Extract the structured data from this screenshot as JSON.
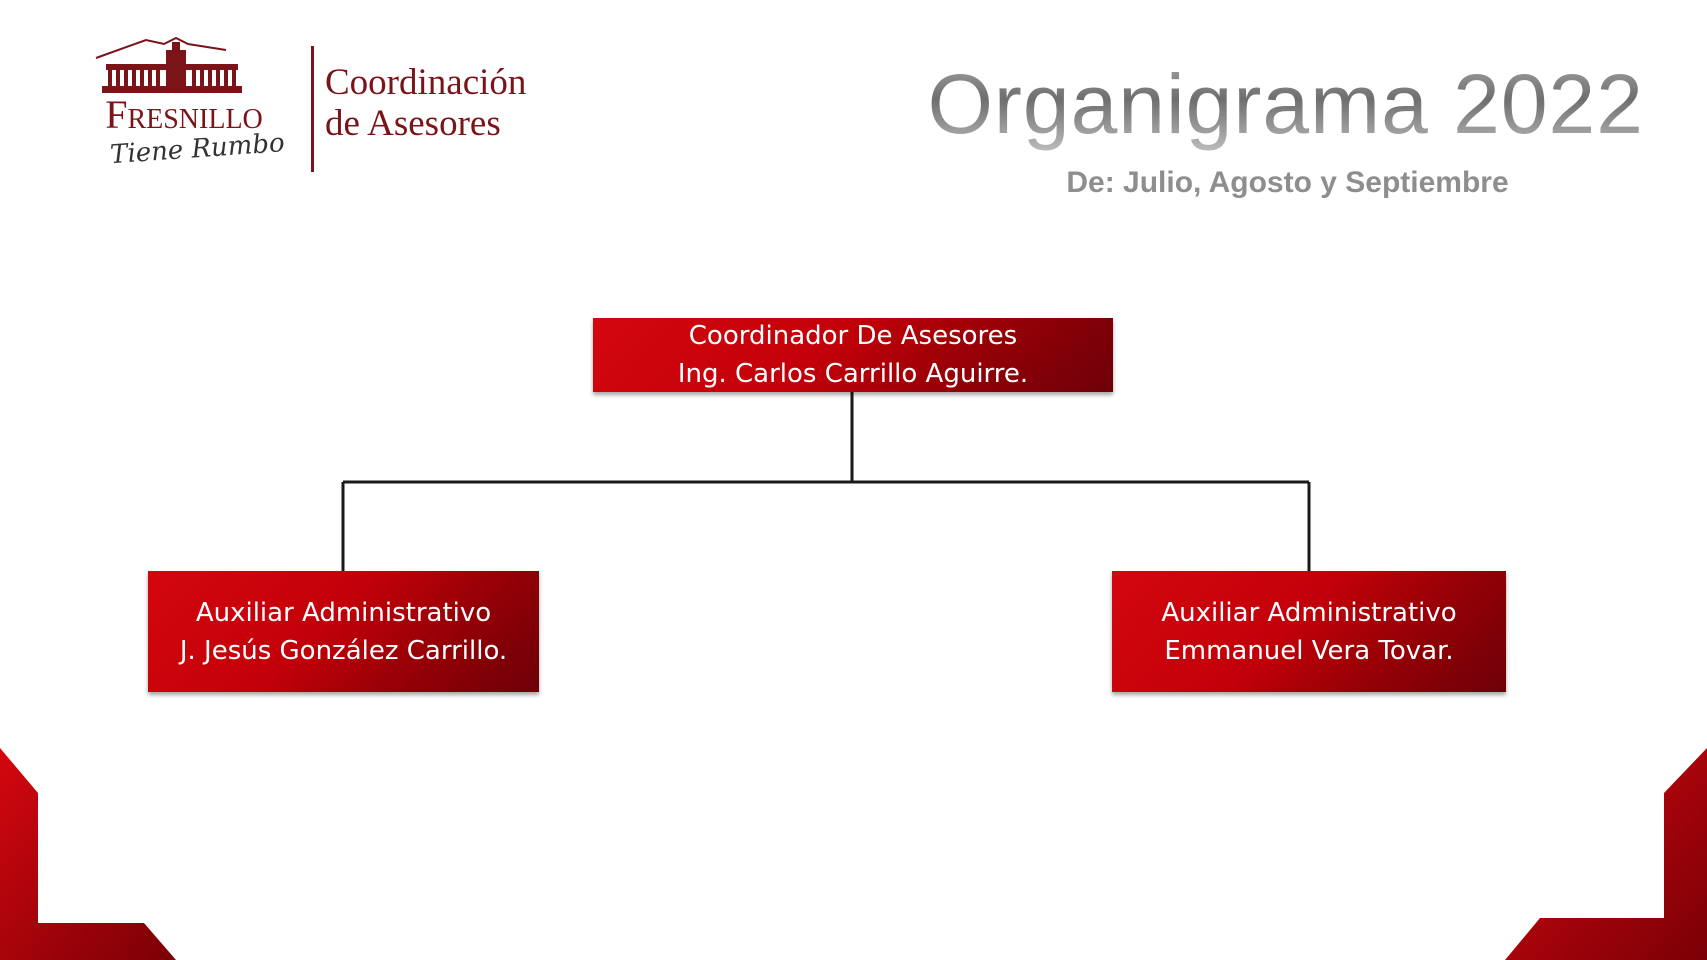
{
  "header": {
    "logo_name": "Fresnillo",
    "logo_tagline": "Tiene Rumbo",
    "department_line1": "Coordinación",
    "department_line2": "de Asesores",
    "title": "Organigrama 2022",
    "subtitle": "De: Julio, Agosto y Septiembre"
  },
  "org_chart": {
    "root": {
      "position": "Coordinador De Asesores",
      "name": "Ing. Carlos Carrillo Aguirre."
    },
    "children": [
      {
        "position": "Auxiliar Administrativo",
        "name": "J. Jesús González Carrillo."
      },
      {
        "position": "Auxiliar Administrativo",
        "name": "Emmanuel Vera Tovar."
      }
    ]
  },
  "colors": {
    "brand_red": "#c20009",
    "brand_dark_red": "#7a1418",
    "title_gray": "#8e8e8e"
  }
}
